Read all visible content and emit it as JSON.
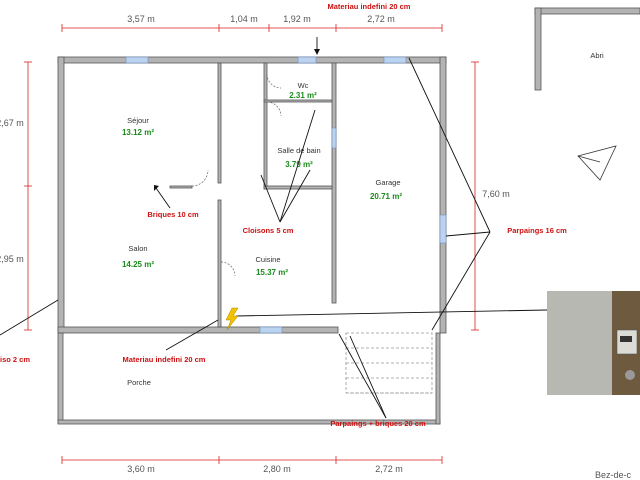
{
  "dimensions": {
    "top": [
      "3,57 m",
      "1,04 m",
      "1,92 m",
      "2,72 m"
    ],
    "bottom": [
      "3,60 m",
      "2,80 m",
      "2,72 m"
    ],
    "left": [
      "2,67 m",
      "2,95 m"
    ],
    "right": [
      "7,60 m"
    ]
  },
  "rooms": [
    {
      "name": "Séjour",
      "area": "13.12 m²"
    },
    {
      "name": "Salon",
      "area": "14.25 m²"
    },
    {
      "name": "Wc",
      "area": "2.31 m²"
    },
    {
      "name": "Salle de bain",
      "area": "3.79 m²"
    },
    {
      "name": "Cuisine",
      "area": "15.37 m²"
    },
    {
      "name": "Garage",
      "area": "20.71 m²"
    },
    {
      "name": "Porche",
      "area": ""
    },
    {
      "name": "Abri",
      "area": ""
    }
  ],
  "annotations": {
    "materiau_top": "Materiau indefini 20 cm",
    "briques": "Briques 10 cm",
    "cloisons": "Cloisons 5 cm",
    "parpaings16": "Parpaings 16 cm",
    "materiau_bottom": "Materiau indefini 20 cm",
    "parpaings_briques": "Parpaings + briques 20 cm",
    "left_cut": "iso 2 cm"
  },
  "footer_label": "Bez-de-c",
  "icons": {
    "electric": "lightning-icon",
    "compass": "compass-arrow-icon"
  },
  "colors": {
    "wall": "#b3b3b3",
    "dimension": "#dd2222",
    "area": "#1a8a1a",
    "note": "#cc1111"
  }
}
